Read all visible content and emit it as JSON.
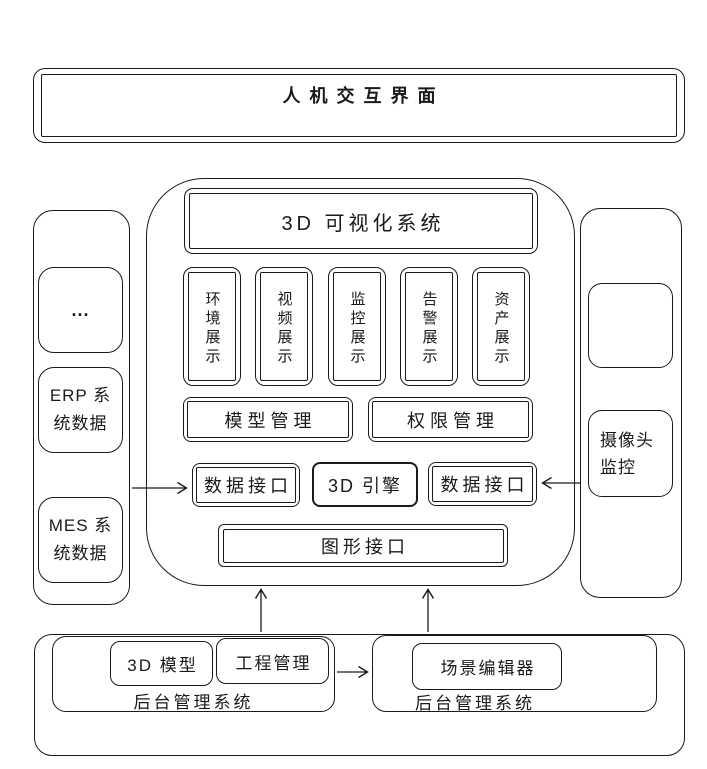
{
  "title_box": {
    "label": "人机交互界面"
  },
  "visualization_system": {
    "title": "3D 可视化系统",
    "panels": [
      "环境展示",
      "视频展示",
      "监控展示",
      "告警展示",
      "资产展示"
    ],
    "model_mgmt": "模型管理",
    "permission_mgmt": "权限管理",
    "data_interface_left": "数据接口",
    "engine": "3D 引擎",
    "data_interface_right": "数据接口",
    "graphics_interface": "图形接口"
  },
  "data_sources": {
    "more": "...",
    "erp": "ERP 系\n统数据",
    "mes": "MES 系\n统数据"
  },
  "camera": {
    "label": "摄像头\n监控"
  },
  "backend_left": {
    "label": "后台管理系统",
    "model_3d": "3D 模型",
    "project_mgmt": "工程管理"
  },
  "backend_right": {
    "label": "后台管理系统",
    "scene_editor": "场景编辑器"
  },
  "colors": {
    "line": "#1a1a1a",
    "background": "#ffffff"
  }
}
